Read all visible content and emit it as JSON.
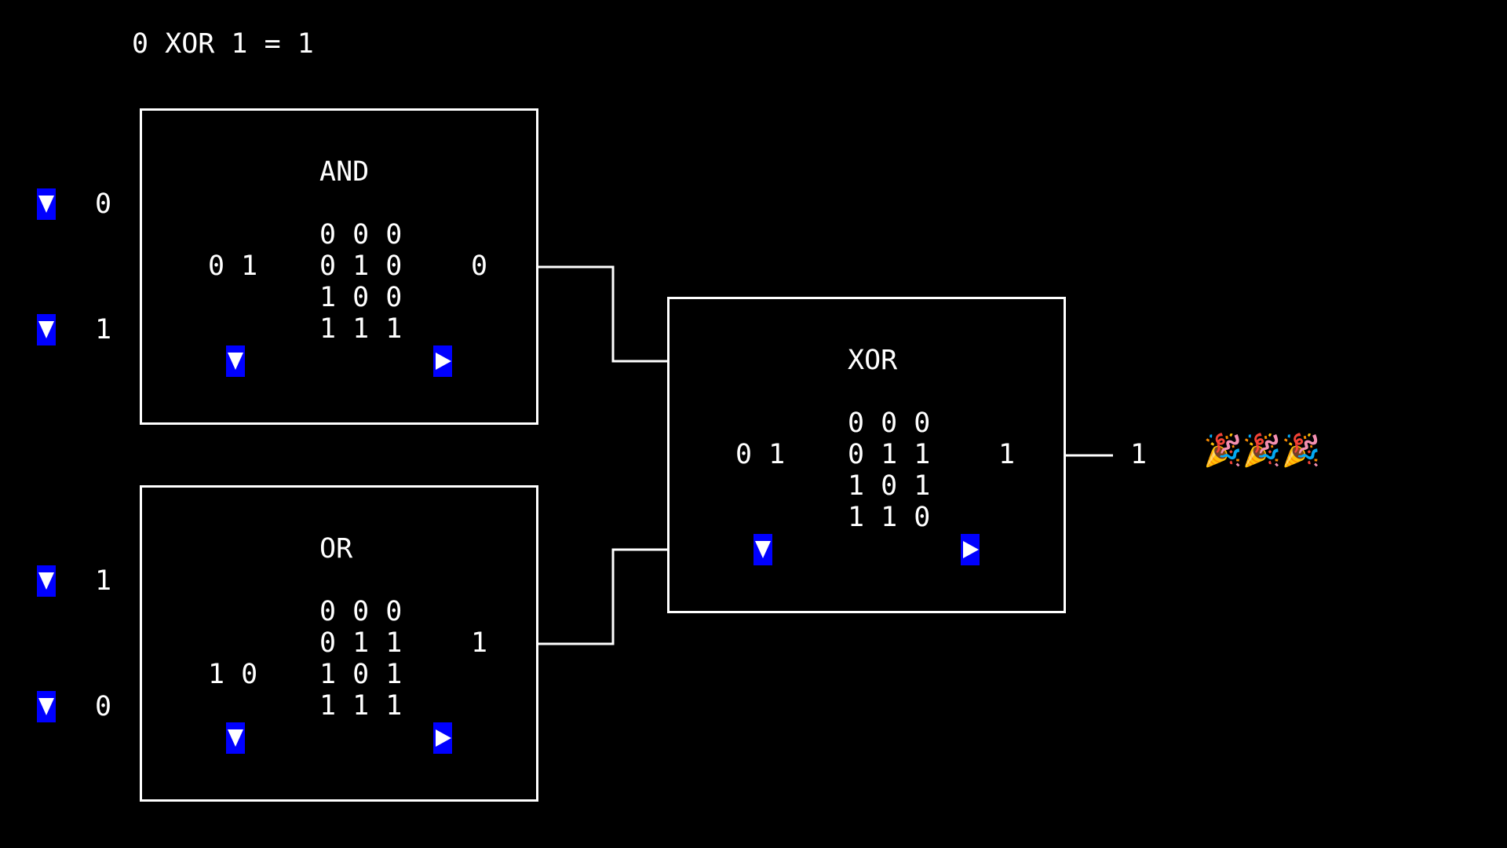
{
  "equation": "0 XOR 1 = 1",
  "inputs": [
    {
      "value": "0"
    },
    {
      "value": "1"
    },
    {
      "value": "1"
    },
    {
      "value": "0"
    }
  ],
  "gates": {
    "and": {
      "name": "AND",
      "inputs_display": "0 1",
      "truth_table": [
        "0 0 0",
        "0 1 0",
        "1 0 0",
        "1 1 1"
      ],
      "output": "0"
    },
    "or": {
      "name": "OR",
      "inputs_display": "1 0",
      "truth_table": [
        "0 0 0",
        "0 1 1",
        "1 0 1",
        "1 1 1"
      ],
      "output": "1"
    },
    "xor": {
      "name": "XOR",
      "inputs_display": "0 1",
      "truth_table": [
        "0 0 0",
        "0 1 1",
        "1 0 1",
        "1 1 0"
      ],
      "output": "1"
    }
  },
  "final_output": "1",
  "celebration": "🎉🎉🎉",
  "icons": {
    "toggle": "triangle-down-icon",
    "select": "triangle-right-icon"
  },
  "colors": {
    "background": "#000000",
    "foreground": "#ffffff",
    "button": "#0000ff"
  }
}
